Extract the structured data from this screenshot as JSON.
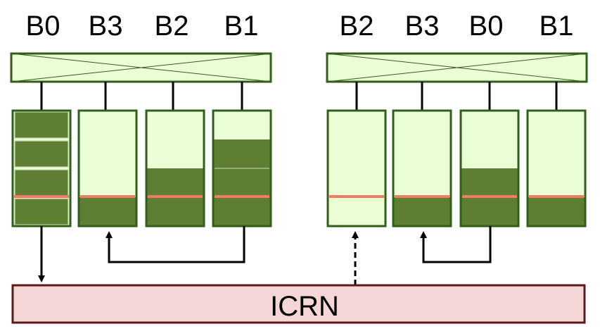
{
  "colors": {
    "light_fill": "#eaffd5",
    "dark_fill": "#5e7f33",
    "border": "#2f5f1b",
    "marker": "#f07a63",
    "icrn_fill": "#f4d6d6",
    "icrn_border": "#5a1a1a",
    "wire": "#000000"
  },
  "groups": [
    {
      "labels": [
        "B0",
        "B3",
        "B2",
        "B1"
      ],
      "banks": [
        {
          "level": 1.0,
          "slots": 4
        },
        {
          "level": 0.25
        },
        {
          "level": 0.5
        },
        {
          "level": 0.75
        }
      ]
    },
    {
      "labels": [
        "B2",
        "B3",
        "B0",
        "B1"
      ],
      "banks": [
        {
          "level": 0.0
        },
        {
          "level": 0.25
        },
        {
          "level": 0.5
        },
        {
          "level": 0.25
        }
      ]
    }
  ],
  "icrn": {
    "label": "ICRN"
  }
}
